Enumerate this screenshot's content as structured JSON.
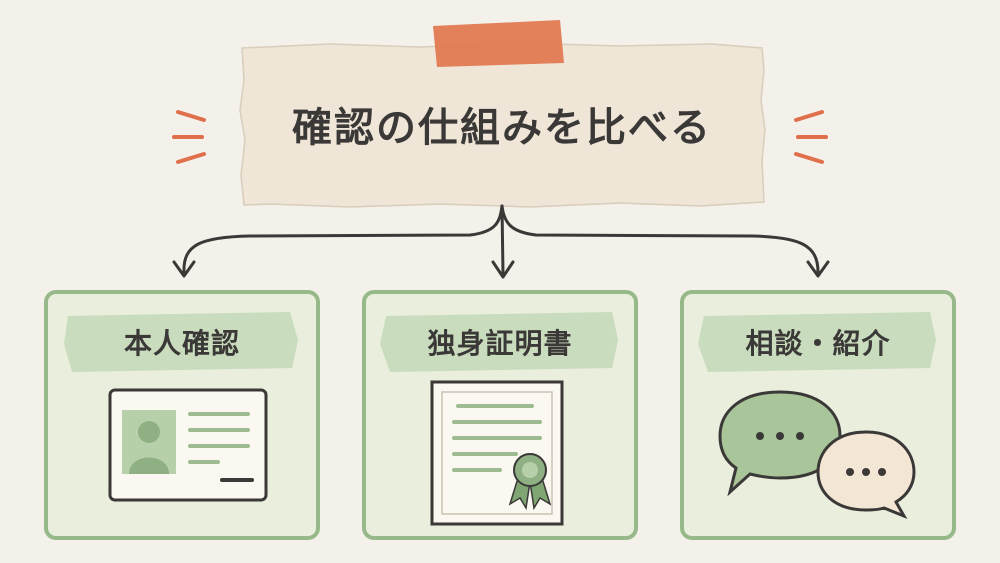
{
  "title": "確認の仕組みを比べる",
  "cards": [
    {
      "label": "本人確認",
      "icon": "id-card-icon"
    },
    {
      "label": "独身証明書",
      "icon": "certificate-icon"
    },
    {
      "label": "相談・紹介",
      "icon": "chat-bubbles-icon"
    }
  ],
  "colors": {
    "background": "#f3f1ea",
    "paper": "#efe6d8",
    "tape": "#e07a52",
    "accent_lines": "#e0704c",
    "card_border": "#97b98a",
    "card_fill": "#e9eedd",
    "label_band": "#c9dcbd",
    "icon_green": "#8fb083",
    "bubble_cream": "#f4e6d4",
    "ink": "#3b3937"
  }
}
